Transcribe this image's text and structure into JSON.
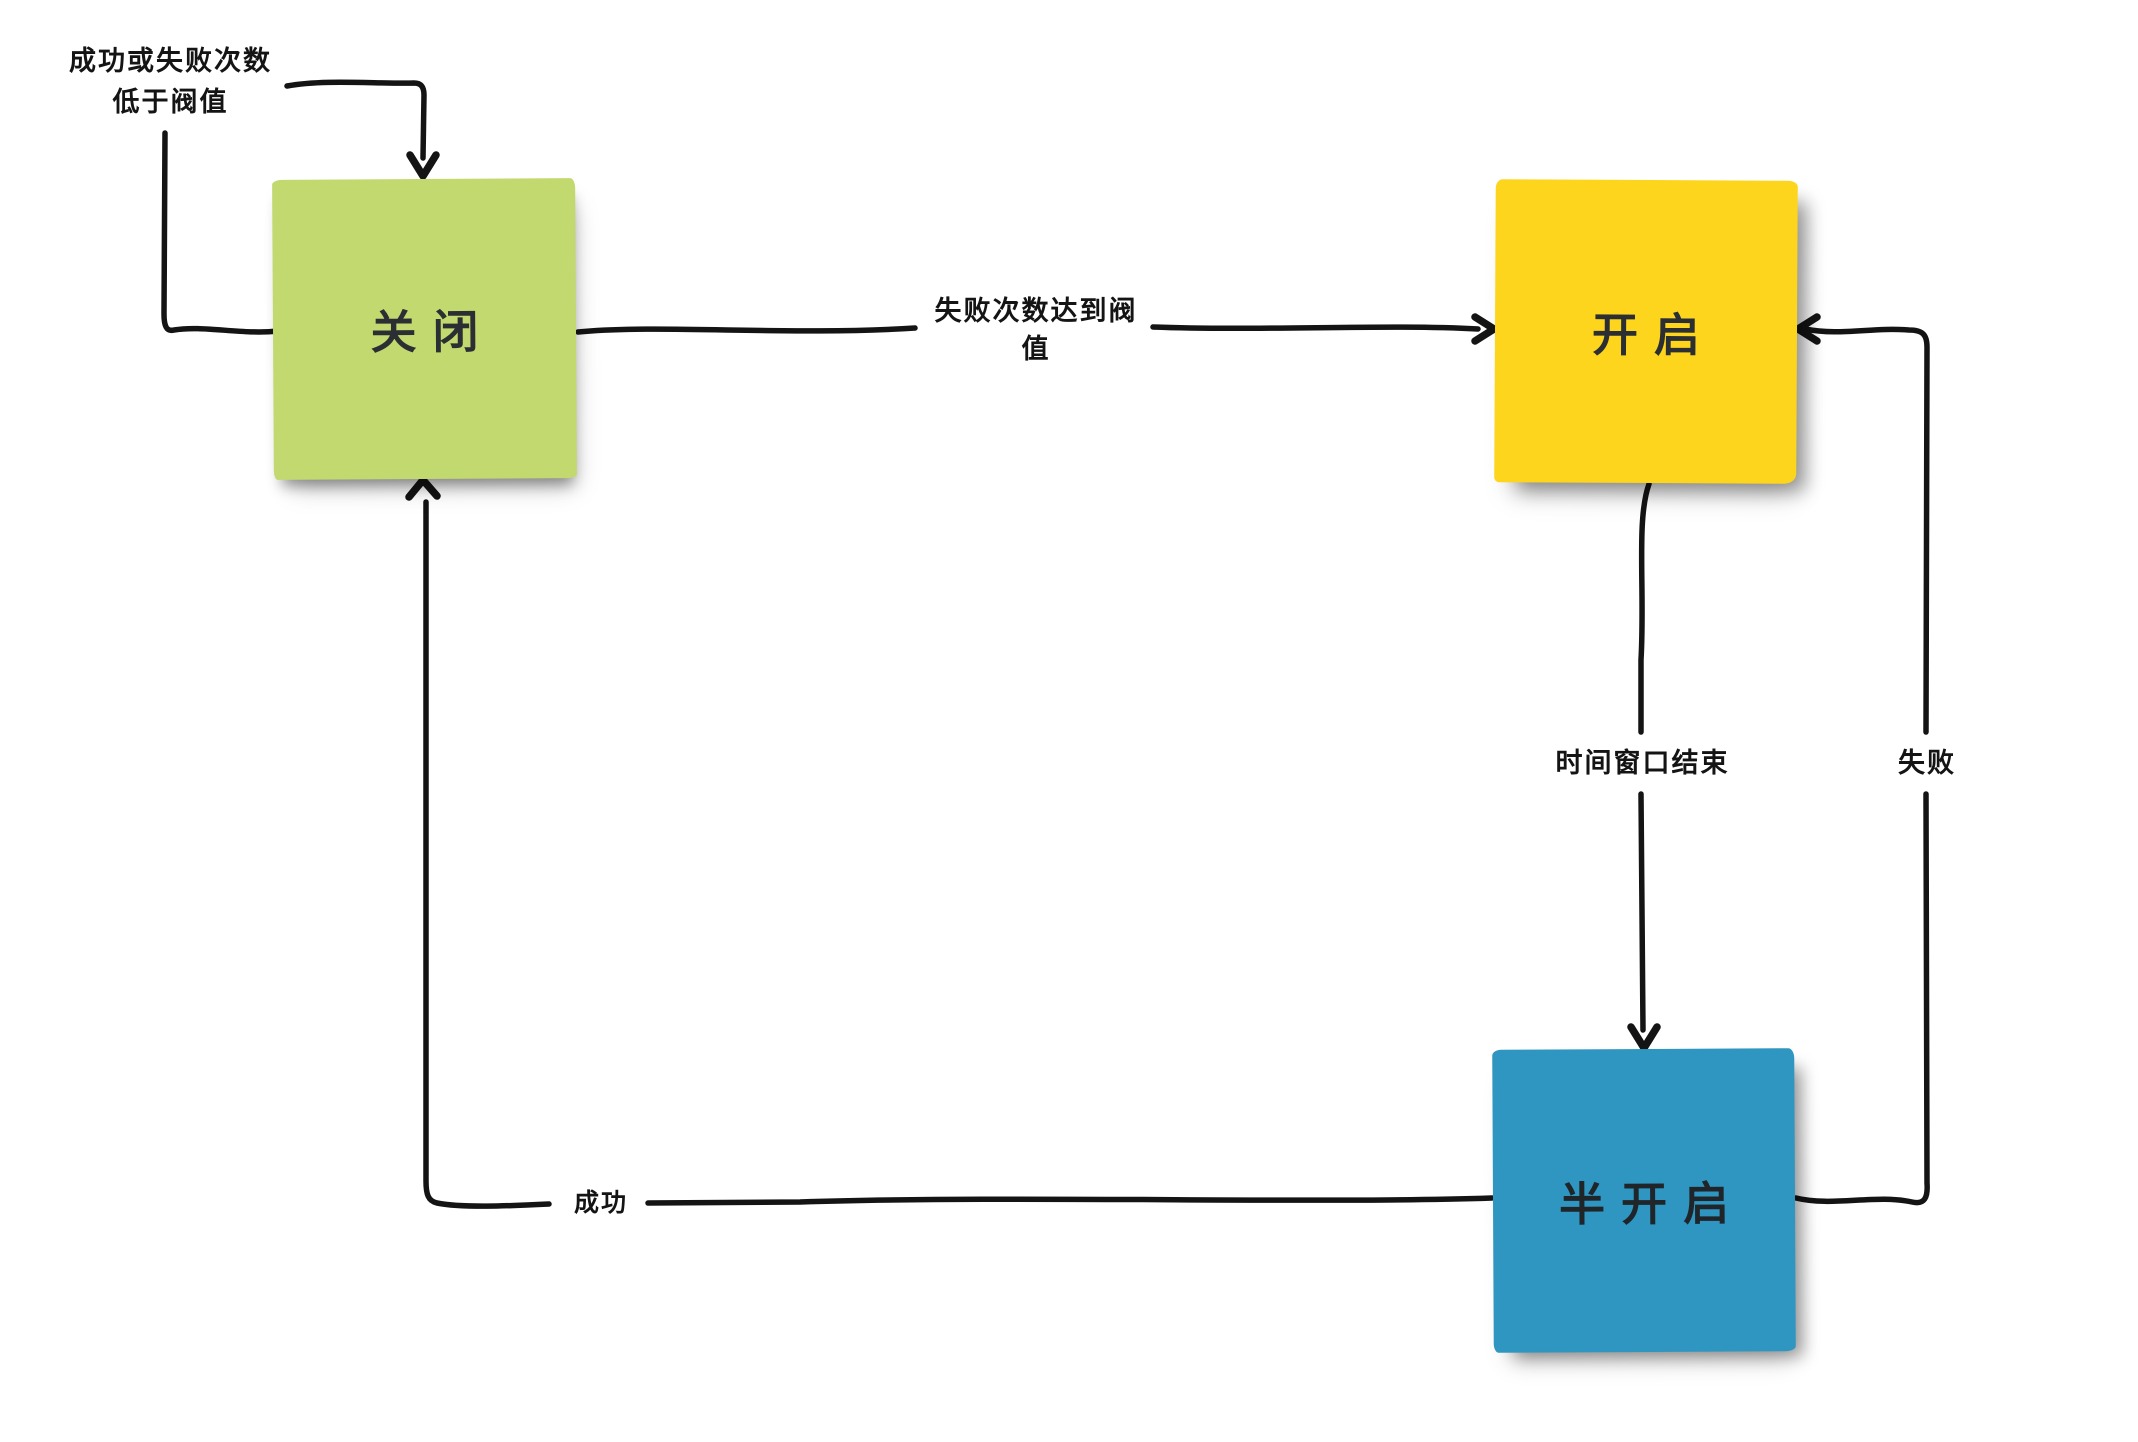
{
  "diagram": {
    "type": "state-machine",
    "background_color": "#ffffff",
    "line_color": "#141414",
    "nodes": [
      {
        "id": "closed",
        "label": "关闭",
        "fill": "#c1d96e",
        "text_color": "#2b2e32"
      },
      {
        "id": "open",
        "label": "开启",
        "fill": "#fdd51d",
        "text_color": "#2b2e32"
      },
      {
        "id": "half-open",
        "label": "半开启",
        "fill": "#2e96c1",
        "text_color": "#20252a"
      }
    ],
    "edges": [
      {
        "id": "closed-to-closed",
        "from": "closed",
        "to": "closed",
        "label": "成功或失败次数\n低于阀值"
      },
      {
        "id": "closed-to-open",
        "from": "closed",
        "to": "open",
        "label": "失败次数达到阀\n值"
      },
      {
        "id": "open-to-half-open",
        "from": "open",
        "to": "half-open",
        "label": "时间窗口结束"
      },
      {
        "id": "half-open-to-open",
        "from": "half-open",
        "to": "open",
        "label": "失败"
      },
      {
        "id": "half-open-to-closed",
        "from": "half-open",
        "to": "closed",
        "label": "成功"
      }
    ]
  }
}
